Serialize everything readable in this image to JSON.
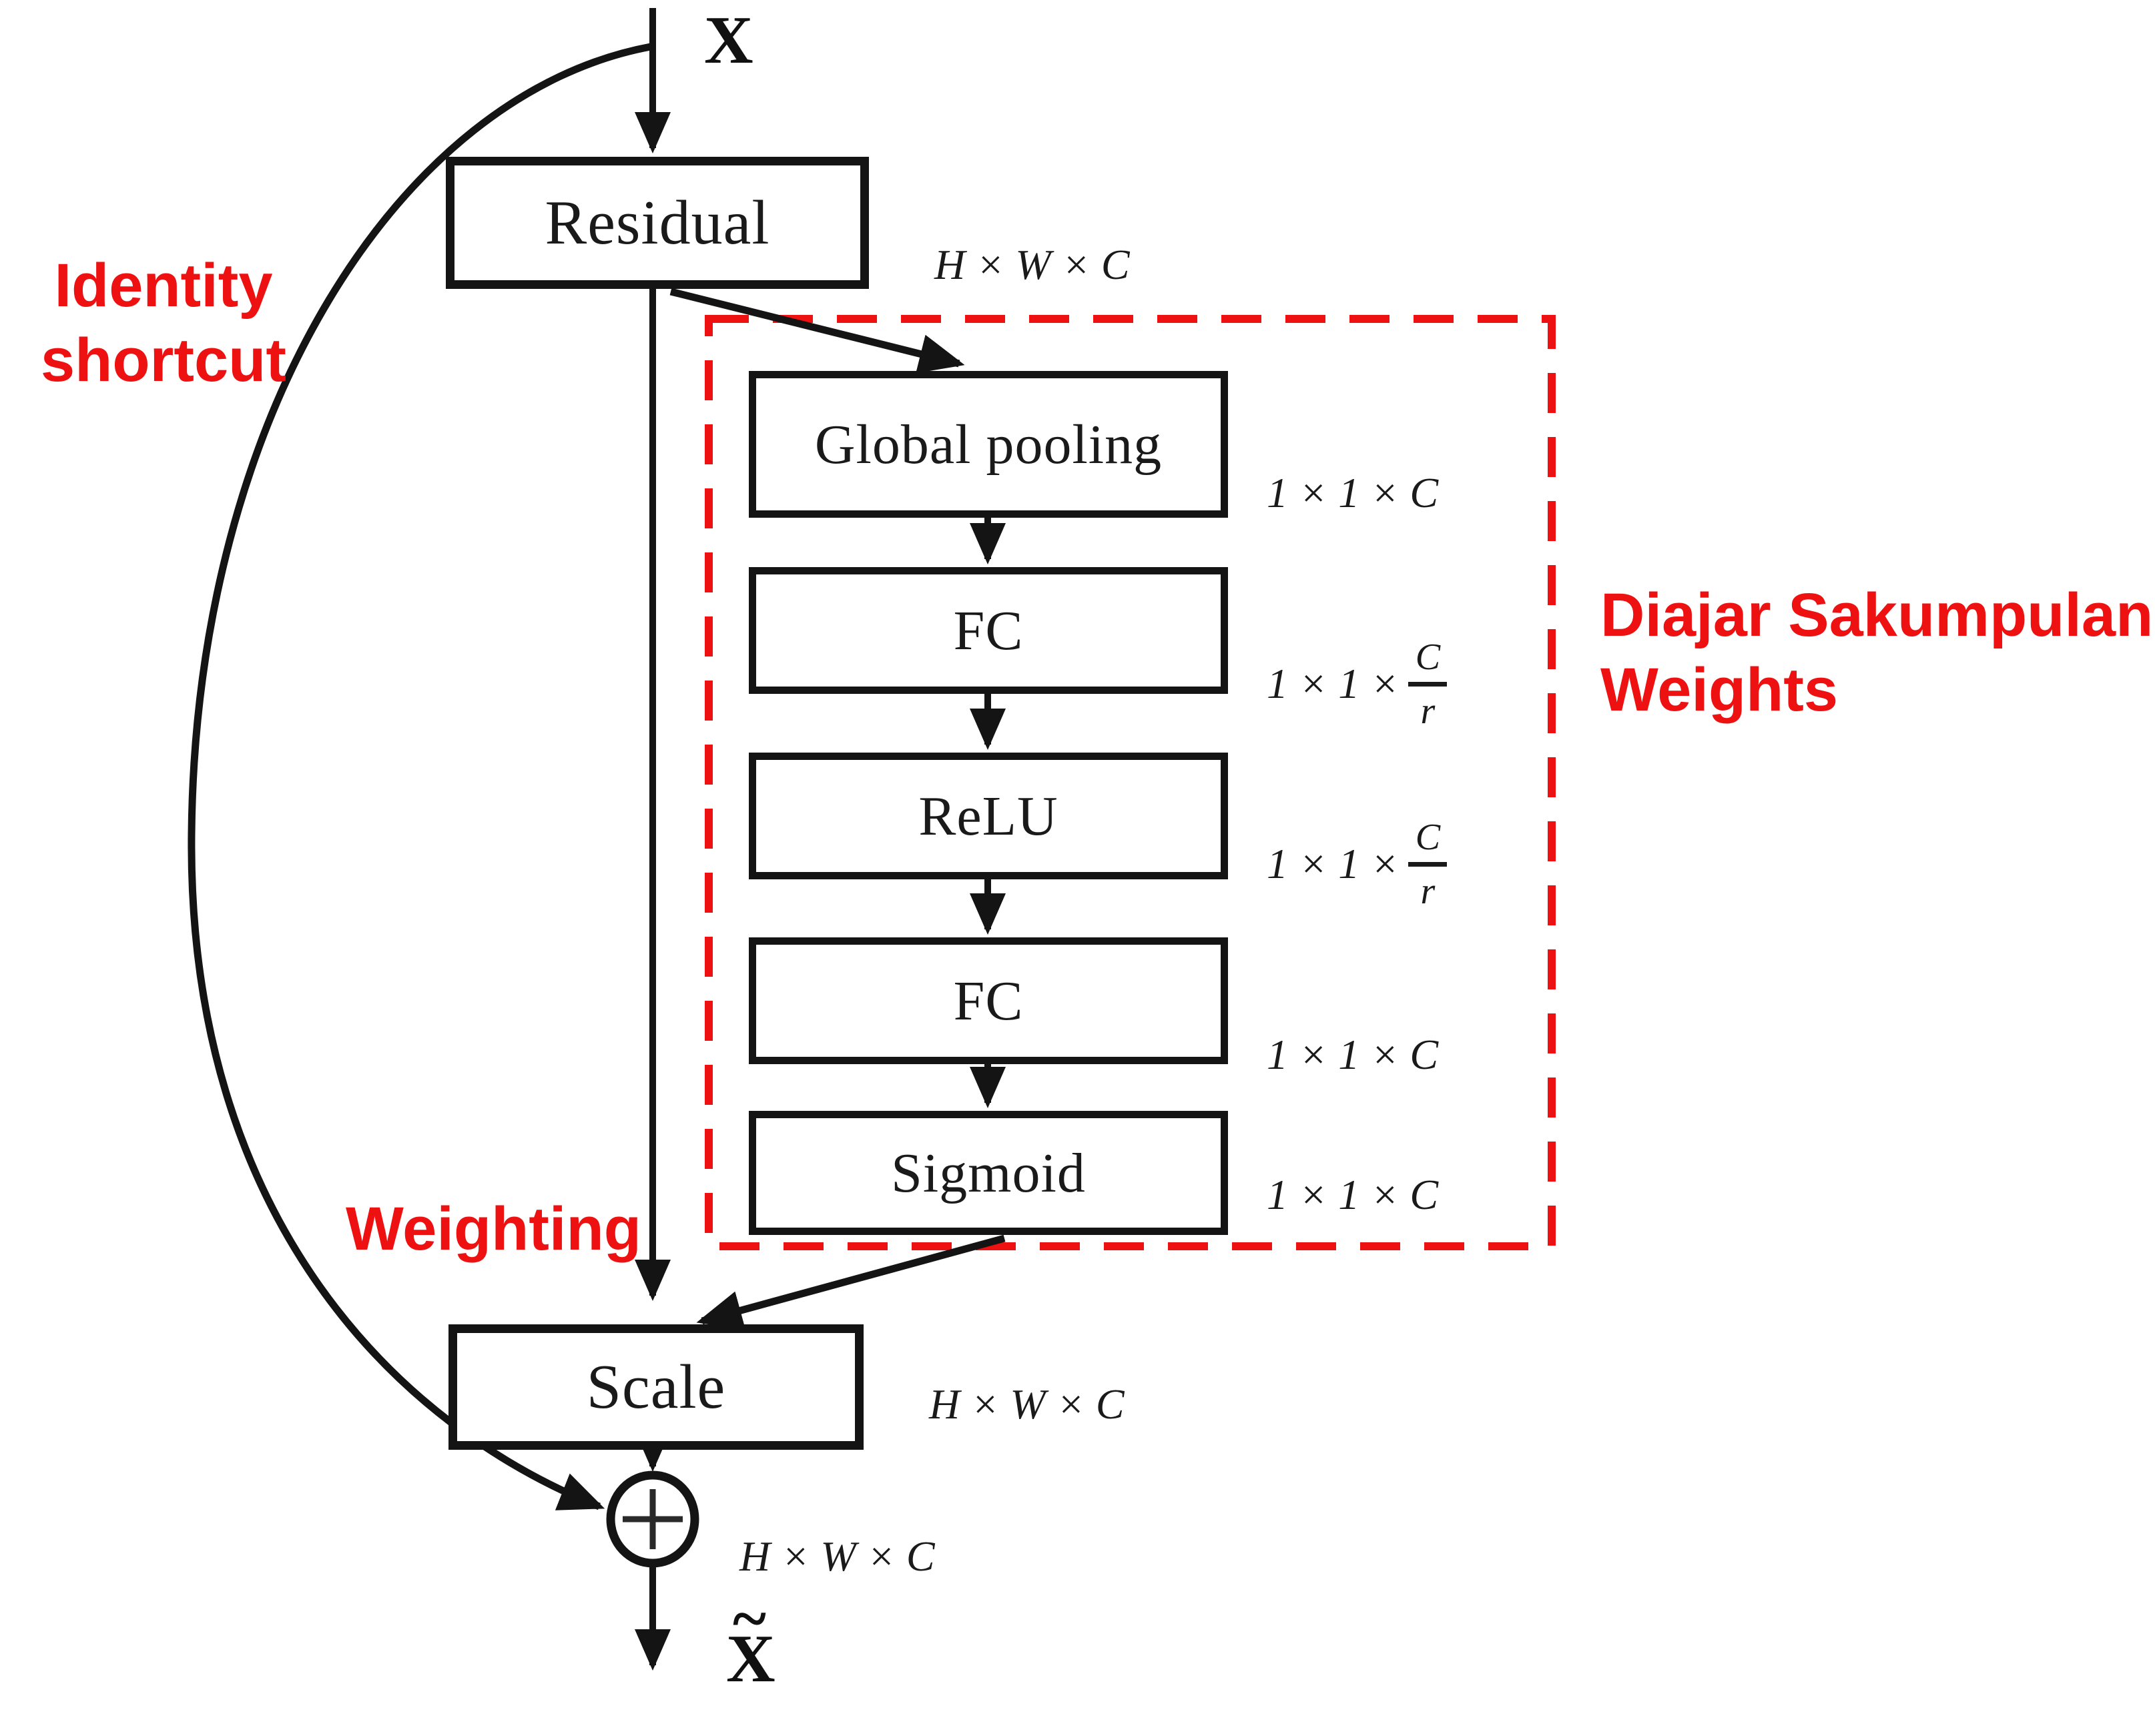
{
  "io": {
    "input_label": "X",
    "output_label": "X",
    "output_tilde": "~"
  },
  "nodes": {
    "residual": "Residual",
    "global_pooling": "Global pooling",
    "fc1": "FC",
    "relu": "ReLU",
    "fc2": "FC",
    "sigmoid": "Sigmoid",
    "scale": "Scale"
  },
  "dims": {
    "residual": "H × W × C",
    "global_pooling": "1 × 1 × C",
    "fc1": {
      "prefix": "1 × 1 ×",
      "numerator": "C",
      "denominator": "r"
    },
    "relu": {
      "prefix": "1 × 1 ×",
      "numerator": "C",
      "denominator": "r"
    },
    "fc2": "1 × 1 × C",
    "sigmoid": "1 × 1 × C",
    "scale": "H × W × C",
    "sum": "H × W × C"
  },
  "annotations": {
    "identity_shortcut_lines": [
      "Identity",
      "shortcut"
    ],
    "weighting": "Weighting",
    "weights_note_lines": [
      "Diajar Sakumpulan",
      "Weights"
    ]
  },
  "icons": {
    "sum": "plus-in-circle"
  },
  "colors": {
    "annotation_red": "#ee1111",
    "line_black": "#141414"
  }
}
